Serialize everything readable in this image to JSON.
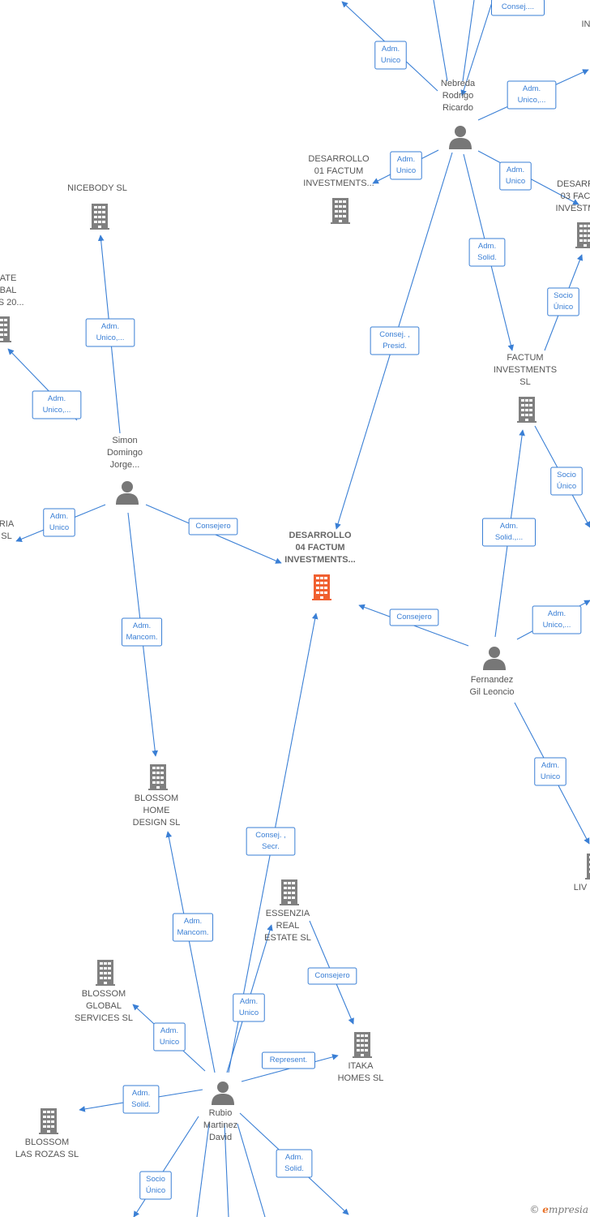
{
  "colors": {
    "edge": "#3a7fd5",
    "company": "#808080",
    "main_company": "#f06030",
    "person": "#777777"
  },
  "nodes": [
    {
      "id": "nebreda",
      "type": "person",
      "lines": [
        "Nebreda",
        "Rodrigo",
        "Ricardo"
      ]
    },
    {
      "id": "simon",
      "type": "person",
      "lines": [
        "Simon",
        "Domingo",
        "Jorge..."
      ]
    },
    {
      "id": "fernandez",
      "type": "person",
      "lines": [
        "Fernandez",
        "Gil Leoncio"
      ]
    },
    {
      "id": "rubio",
      "type": "person",
      "lines": [
        "Rubio",
        "Martinez",
        "David"
      ]
    },
    {
      "id": "desarrollo04",
      "type": "company",
      "main": true,
      "lines": [
        "DESARROLLO",
        "04 FACTUM",
        "INVESTMENTS..."
      ]
    },
    {
      "id": "desarrollo01",
      "type": "company",
      "lines": [
        "DESARROLLO",
        "01 FACTUM",
        "INVESTMENTS..."
      ]
    },
    {
      "id": "desarrollo03",
      "type": "company",
      "lines": [
        "DESARR",
        "03 FAC",
        "INVESTM"
      ]
    },
    {
      "id": "factum",
      "type": "company",
      "lines": [
        "FACTUM",
        "INVESTMENTS",
        "SL"
      ]
    },
    {
      "id": "nicebody",
      "type": "company",
      "lines": [
        "NICEBODY  SL"
      ]
    },
    {
      "id": "estate_left",
      "type": "company",
      "lines": [
        "ATE",
        "BAL",
        "ES 20..."
      ]
    },
    {
      "id": "ria",
      "type": "company",
      "lines": [
        "RIA",
        "SL"
      ]
    },
    {
      "id": "blossom_home",
      "type": "company",
      "lines": [
        "BLOSSOM",
        "HOME",
        "DESIGN  SL"
      ]
    },
    {
      "id": "essenzia",
      "type": "company",
      "lines": [
        "ESSENZIA",
        "REAL",
        "ESTATE  SL"
      ]
    },
    {
      "id": "blossom_global",
      "type": "company",
      "lines": [
        "BLOSSOM",
        "GLOBAL",
        "SERVICES  SL"
      ]
    },
    {
      "id": "itaka",
      "type": "company",
      "lines": [
        "ITAKA",
        "HOMES  SL"
      ]
    },
    {
      "id": "blossom_rozas",
      "type": "company",
      "lines": [
        "BLOSSOM",
        "LAS ROZAS  SL"
      ]
    },
    {
      "id": "liv",
      "type": "company",
      "lines": [
        "LIV"
      ]
    },
    {
      "id": "top_right",
      "type": "company",
      "lines": [
        "IN"
      ]
    }
  ],
  "edges": [
    {
      "id": "e1",
      "lines": [
        "Consej...."
      ]
    },
    {
      "id": "e2",
      "lines": [
        "Adm.",
        "Unico"
      ]
    },
    {
      "id": "e3",
      "lines": [
        "Adm.",
        "Unico,..."
      ]
    },
    {
      "id": "e4",
      "lines": [
        "Adm.",
        "Unico"
      ]
    },
    {
      "id": "e5",
      "lines": [
        "Adm.",
        "Unico"
      ]
    },
    {
      "id": "e6",
      "lines": [
        "Adm.",
        "Solid."
      ]
    },
    {
      "id": "e7",
      "lines": [
        "Consej. ,",
        "Presid."
      ]
    },
    {
      "id": "e8",
      "lines": [
        "Socio",
        "Único"
      ]
    },
    {
      "id": "e9",
      "lines": [
        "Adm.",
        "Unico,..."
      ]
    },
    {
      "id": "e10",
      "lines": [
        "Adm.",
        "Unico,..."
      ]
    },
    {
      "id": "e11",
      "lines": [
        "Adm.",
        "Unico"
      ]
    },
    {
      "id": "e12",
      "lines": [
        "Consejero"
      ]
    },
    {
      "id": "e13",
      "lines": [
        "Adm.",
        "Mancom."
      ]
    },
    {
      "id": "e14",
      "lines": [
        "Socio",
        "Único"
      ]
    },
    {
      "id": "e15",
      "lines": [
        "Adm.",
        "Solid.,..."
      ]
    },
    {
      "id": "e16",
      "lines": [
        "Adm.",
        "Unico,..."
      ]
    },
    {
      "id": "e17",
      "lines": [
        "Consejero"
      ]
    },
    {
      "id": "e18",
      "lines": [
        "Adm.",
        "Unico"
      ]
    },
    {
      "id": "e19",
      "lines": [
        "Consej. ,",
        "Secr."
      ]
    },
    {
      "id": "e20",
      "lines": [
        "Adm.",
        "Mancom."
      ]
    },
    {
      "id": "e21",
      "lines": [
        "Adm.",
        "Unico"
      ]
    },
    {
      "id": "e22",
      "lines": [
        "Consejero"
      ]
    },
    {
      "id": "e23",
      "lines": [
        "Adm.",
        "Unico"
      ]
    },
    {
      "id": "e24",
      "lines": [
        "Represent."
      ]
    },
    {
      "id": "e25",
      "lines": [
        "Adm.",
        "Solid."
      ]
    },
    {
      "id": "e26",
      "lines": [
        "Socio",
        "Único"
      ]
    },
    {
      "id": "e27",
      "lines": [
        "Adm.",
        "Solid."
      ]
    }
  ],
  "footer": {
    "copyright": "©",
    "brand_e": "e",
    "brand_rest": "mpresia"
  }
}
